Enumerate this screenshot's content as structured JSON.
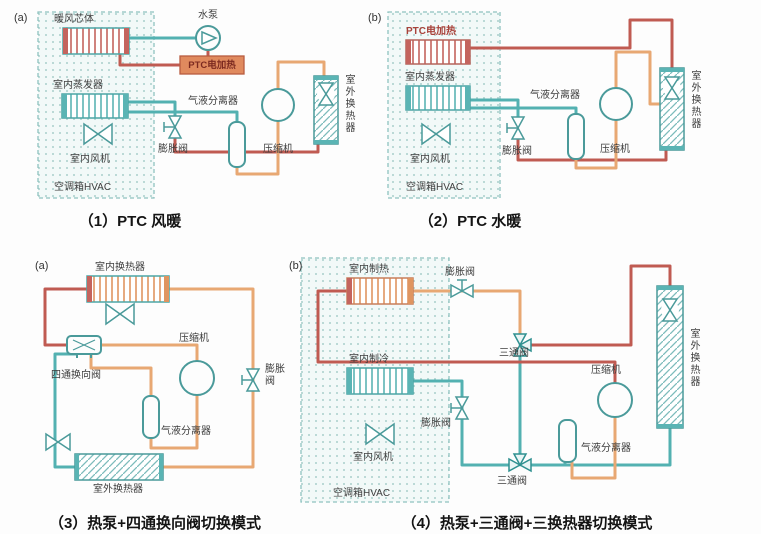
{
  "figure": {
    "colors": {
      "pipe_hot": "#c05b52",
      "pipe_warm": "#e8a873",
      "pipe_cold": "#53b1b1",
      "component_stroke": "#4a9a9a",
      "hvac_box_fill": "#f2f9f8"
    },
    "panels": {
      "panel1": {
        "tag": "(a)",
        "caption": "（1）PTC 风暖",
        "labels": {
          "warm_air_core": "暖风芯体",
          "water_pump": "水泵",
          "ptc_heater": "PTC电加热",
          "evaporator": "室内蒸发器",
          "indoor_fan": "室内风机",
          "hvac_box": "空调箱HVAC",
          "gas_liquid_separator": "气液分离器",
          "expansion_valve": "膨胀阀",
          "compressor": "压缩机",
          "outdoor_hx": "室外换热器"
        }
      },
      "panel2": {
        "tag": "(b)",
        "caption": "（2）PTC 水暖",
        "labels": {
          "ptc_heater": "PTC电加热",
          "evaporator": "室内蒸发器",
          "indoor_fan": "室内风机",
          "hvac_box": "空调箱HVAC",
          "gas_liquid_separator": "气液分离器",
          "expansion_valve": "膨胀阀",
          "compressor": "压缩机",
          "outdoor_hx": "室外换热器"
        }
      },
      "panel3": {
        "tag": "(a)",
        "caption": "（3）热泵+四通换向阀切换模式",
        "labels": {
          "indoor_hx": "室内换热器",
          "four_way_valve": "四通换向阀",
          "compressor": "压缩机",
          "expansion_valve": "膨胀阀",
          "gas_liquid_separator": "气液分离器",
          "outdoor_hx": "室外换热器"
        }
      },
      "panel4": {
        "tag": "(b)",
        "caption": "（4）热泵+三通阀+三换热器切换模式",
        "labels": {
          "indoor_heating": "室内制热",
          "expansion_valve_top": "膨胀阀",
          "indoor_cooling": "室内制冷",
          "expansion_valve_bottom": "膨胀阀",
          "indoor_fan": "室内风机",
          "hvac_box": "空调箱HVAC",
          "three_way_valve_top": "三通阀",
          "three_way_valve_bottom": "三通阀",
          "compressor": "压缩机",
          "gas_liquid_separator": "气液分离器",
          "outdoor_hx": "室外换热器"
        }
      }
    }
  }
}
